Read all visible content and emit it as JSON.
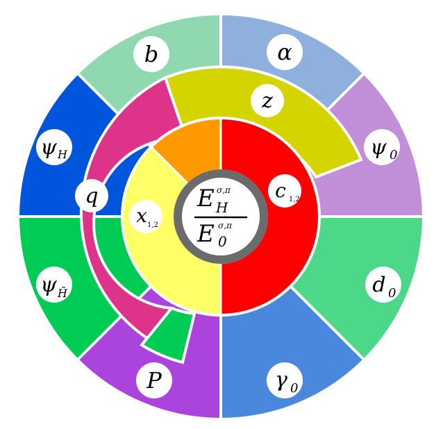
{
  "diagram": {
    "center": {
      "numerator_base": "E",
      "numerator_sub": "H",
      "numerator_sup": "σ,π",
      "denominator_base": "E",
      "denominator_sub": "0",
      "denominator_sup": "σ,π",
      "ring_color": "#6b6b6b"
    },
    "inner_ring": [
      {
        "id": "c",
        "base": "c",
        "sub": "1,2",
        "color": "#ff0000"
      },
      {
        "id": "x",
        "base": "x",
        "sub": "1,2",
        "color": "#ffff66"
      },
      {
        "id": "orange",
        "color": "#ff9900"
      }
    ],
    "middle_ring": [
      {
        "id": "z",
        "base": "z",
        "sub": "",
        "color": "#d4d400"
      },
      {
        "id": "q",
        "base": "q",
        "sub": "",
        "color": "#dd3388"
      },
      {
        "id": "green-small",
        "color": "#00cc55"
      }
    ],
    "outer_ring": [
      {
        "id": "alpha",
        "base": "α",
        "sub": "",
        "color": "#8fb0dd"
      },
      {
        "id": "psi0",
        "base": "ψ",
        "sub": "0",
        "color": "#c08fd8"
      },
      {
        "id": "d0",
        "base": "d",
        "sub": "0",
        "color": "#4cd888"
      },
      {
        "id": "gamma0",
        "base": "γ",
        "sub": "0",
        "color": "#4a88dd"
      },
      {
        "id": "P",
        "base": "P",
        "sub": "",
        "color": "#aa44dd"
      },
      {
        "id": "psiHbar",
        "base": "ψ",
        "sub": "H̄",
        "color": "#00cc55"
      },
      {
        "id": "psiH",
        "base": "ψ",
        "sub": "H",
        "color": "#0055dd"
      },
      {
        "id": "b",
        "base": "b",
        "sub": "",
        "color": "#8fd8b0"
      }
    ]
  }
}
